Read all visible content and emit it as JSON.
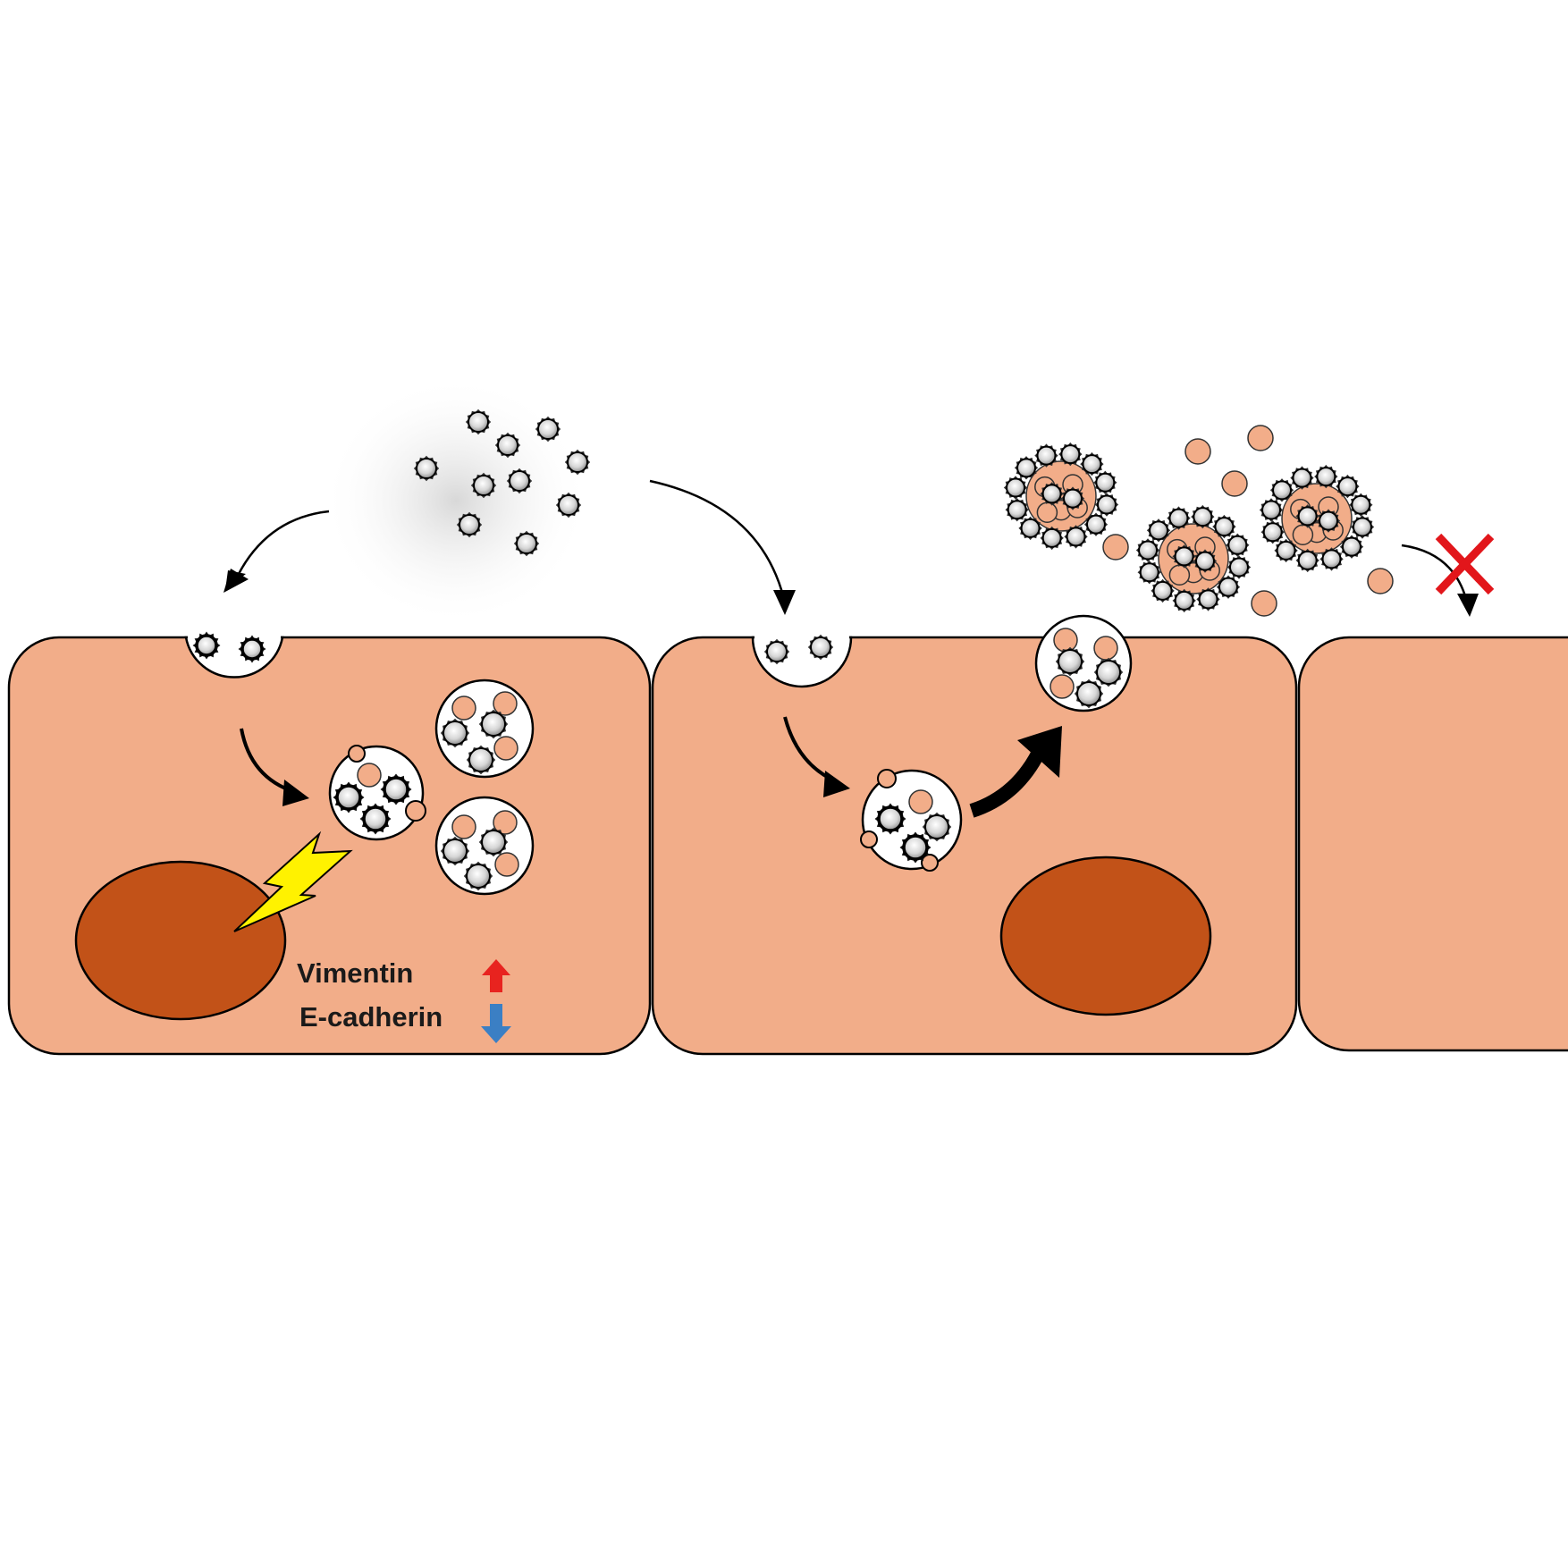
{
  "colors": {
    "cytoplasm": "#F2AD89",
    "nucleus": "#C25218",
    "particle_fill": "#E6E6E6",
    "pink_particle": "#F2AD89",
    "lightning": "#FFF200",
    "up_arrow": "#E8231F",
    "down_arrow": "#3B7FC4",
    "blocked_x": "#E2161B",
    "outline": "#000000"
  },
  "icons": {
    "nucleus": "ellipse",
    "damage": "lightning-bolt-icon",
    "increase": "arrow-up-icon",
    "decrease": "arrow-down-icon",
    "blocked": "x-mark-icon"
  },
  "markers": [
    {
      "name": "Vimentin",
      "change": "up"
    },
    {
      "name": "E-cadherin",
      "change": "down"
    }
  ]
}
